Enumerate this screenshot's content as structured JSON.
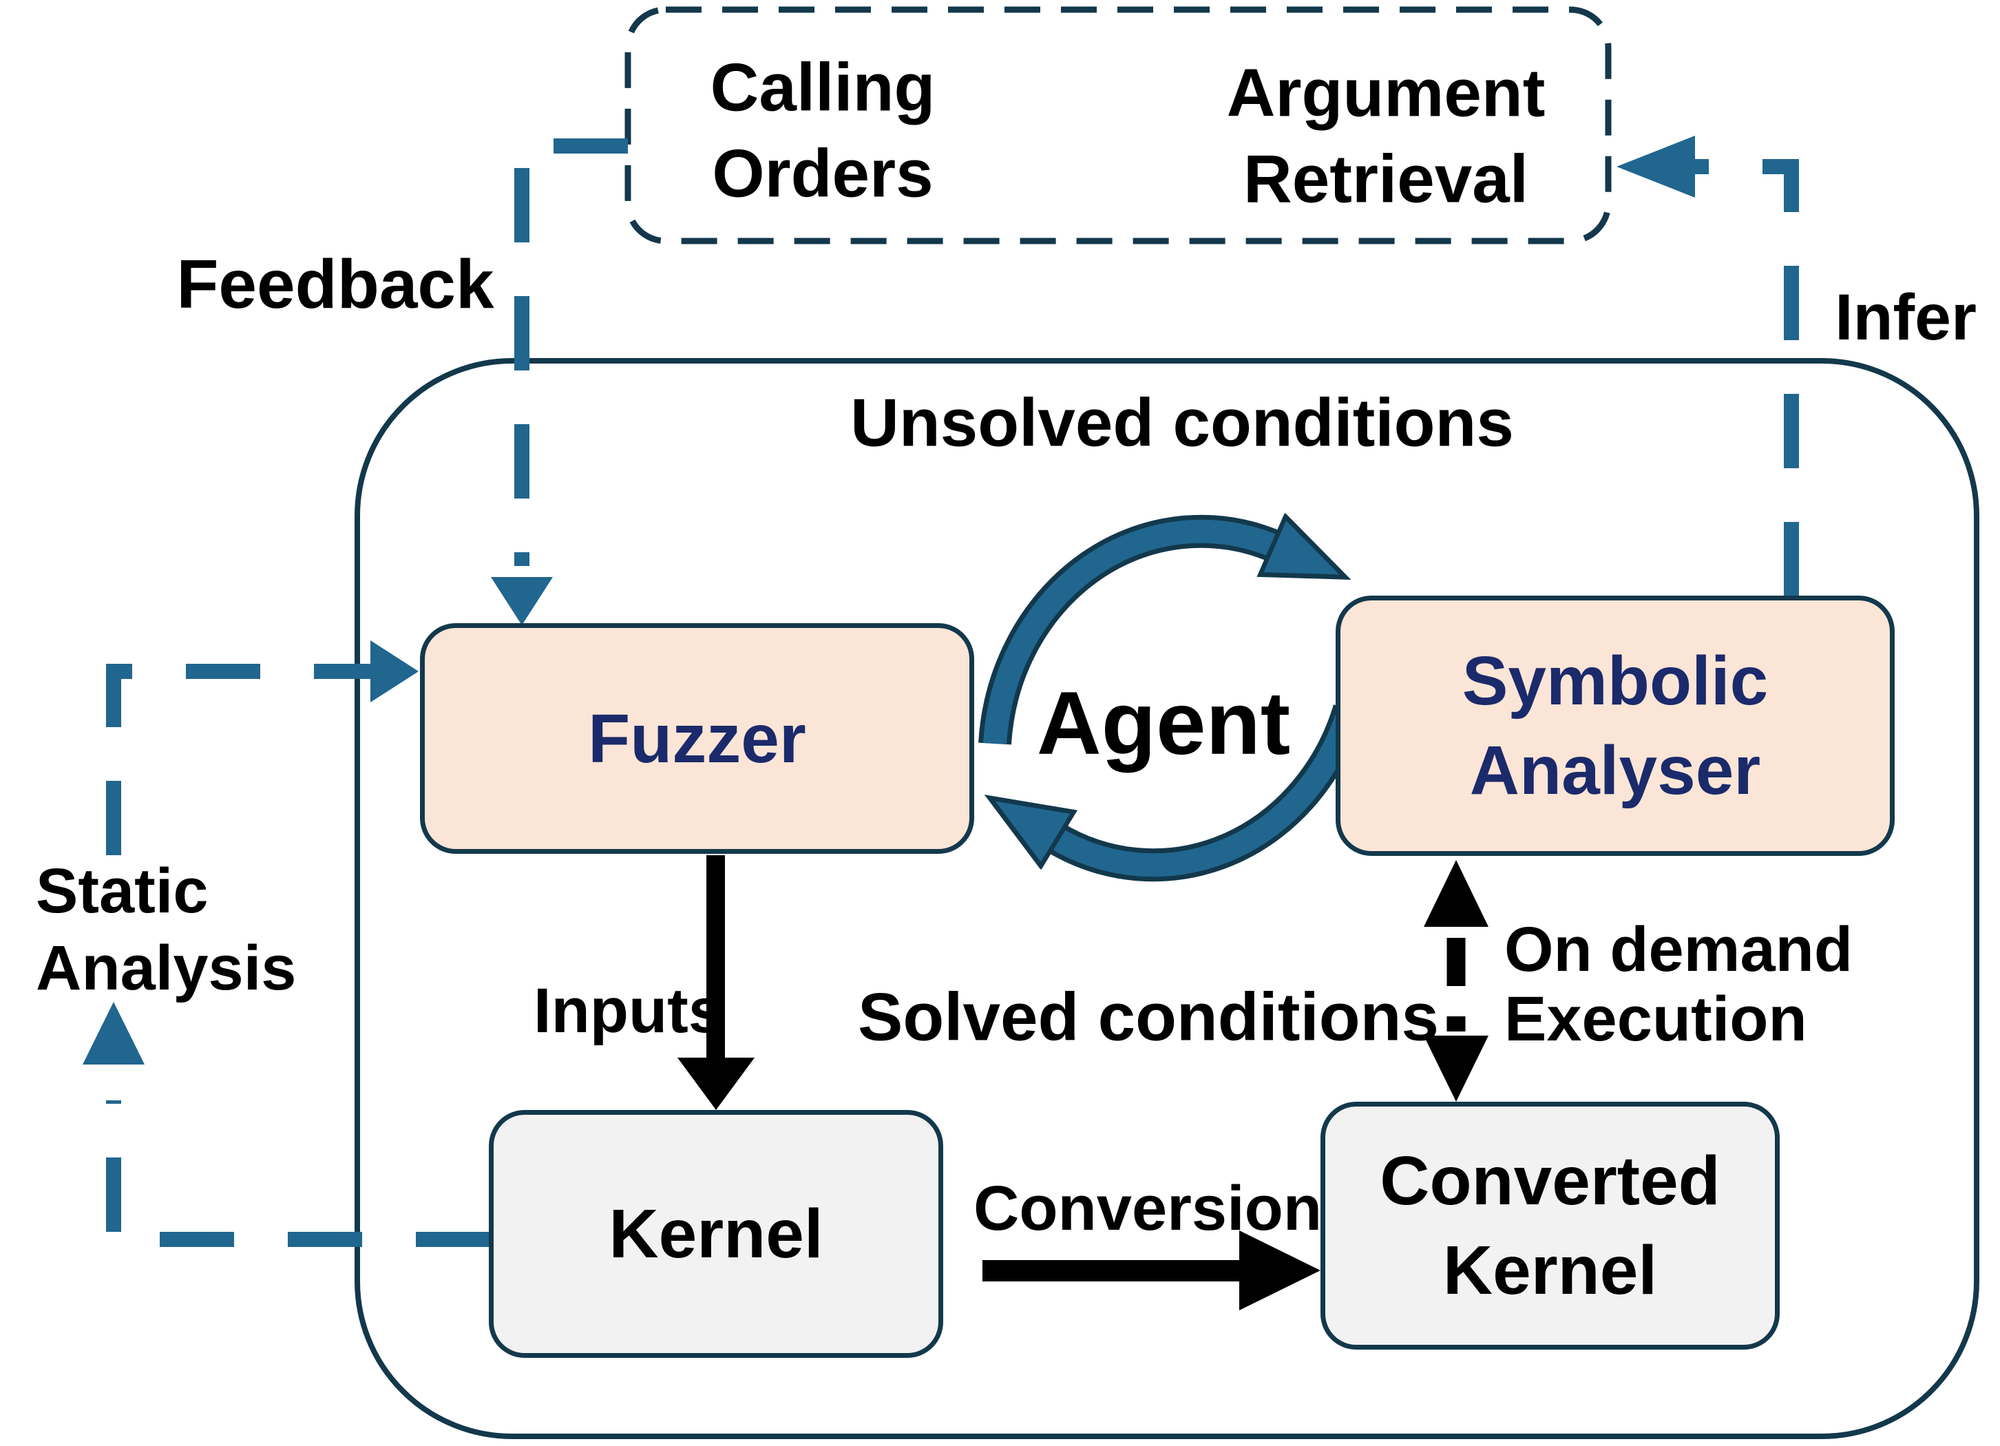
{
  "colors": {
    "teal_accent": "#20668F",
    "navy_outline": "#13384C",
    "peach_fill": "#FBE5D6",
    "gray_fill": "#F2F2F2",
    "node_title_navy": "#1B2A6B",
    "label_black": "#000000"
  },
  "top_box": {
    "calling_orders_line1": "Calling",
    "calling_orders_line2": "Orders",
    "argument_retrieval_line1": "Argument",
    "argument_retrieval_line2": "Retrieval"
  },
  "labels": {
    "feedback": "Feedback",
    "infer": "Infer",
    "unsolved_conditions": "Unsolved conditions",
    "solved_conditions": "Solved conditions",
    "agent": "Agent",
    "inputs": "Inputs",
    "conversion": "Conversion",
    "static_line1": "Static",
    "static_line2": "Analysis",
    "on_demand_line1": "On demand",
    "on_demand_line2": "Execution"
  },
  "nodes": {
    "fuzzer": "Fuzzer",
    "symbolic_line1": "Symbolic",
    "symbolic_line2": "Analyser",
    "kernel": "Kernel",
    "converted_line1": "Converted",
    "converted_line2": "Kernel"
  }
}
